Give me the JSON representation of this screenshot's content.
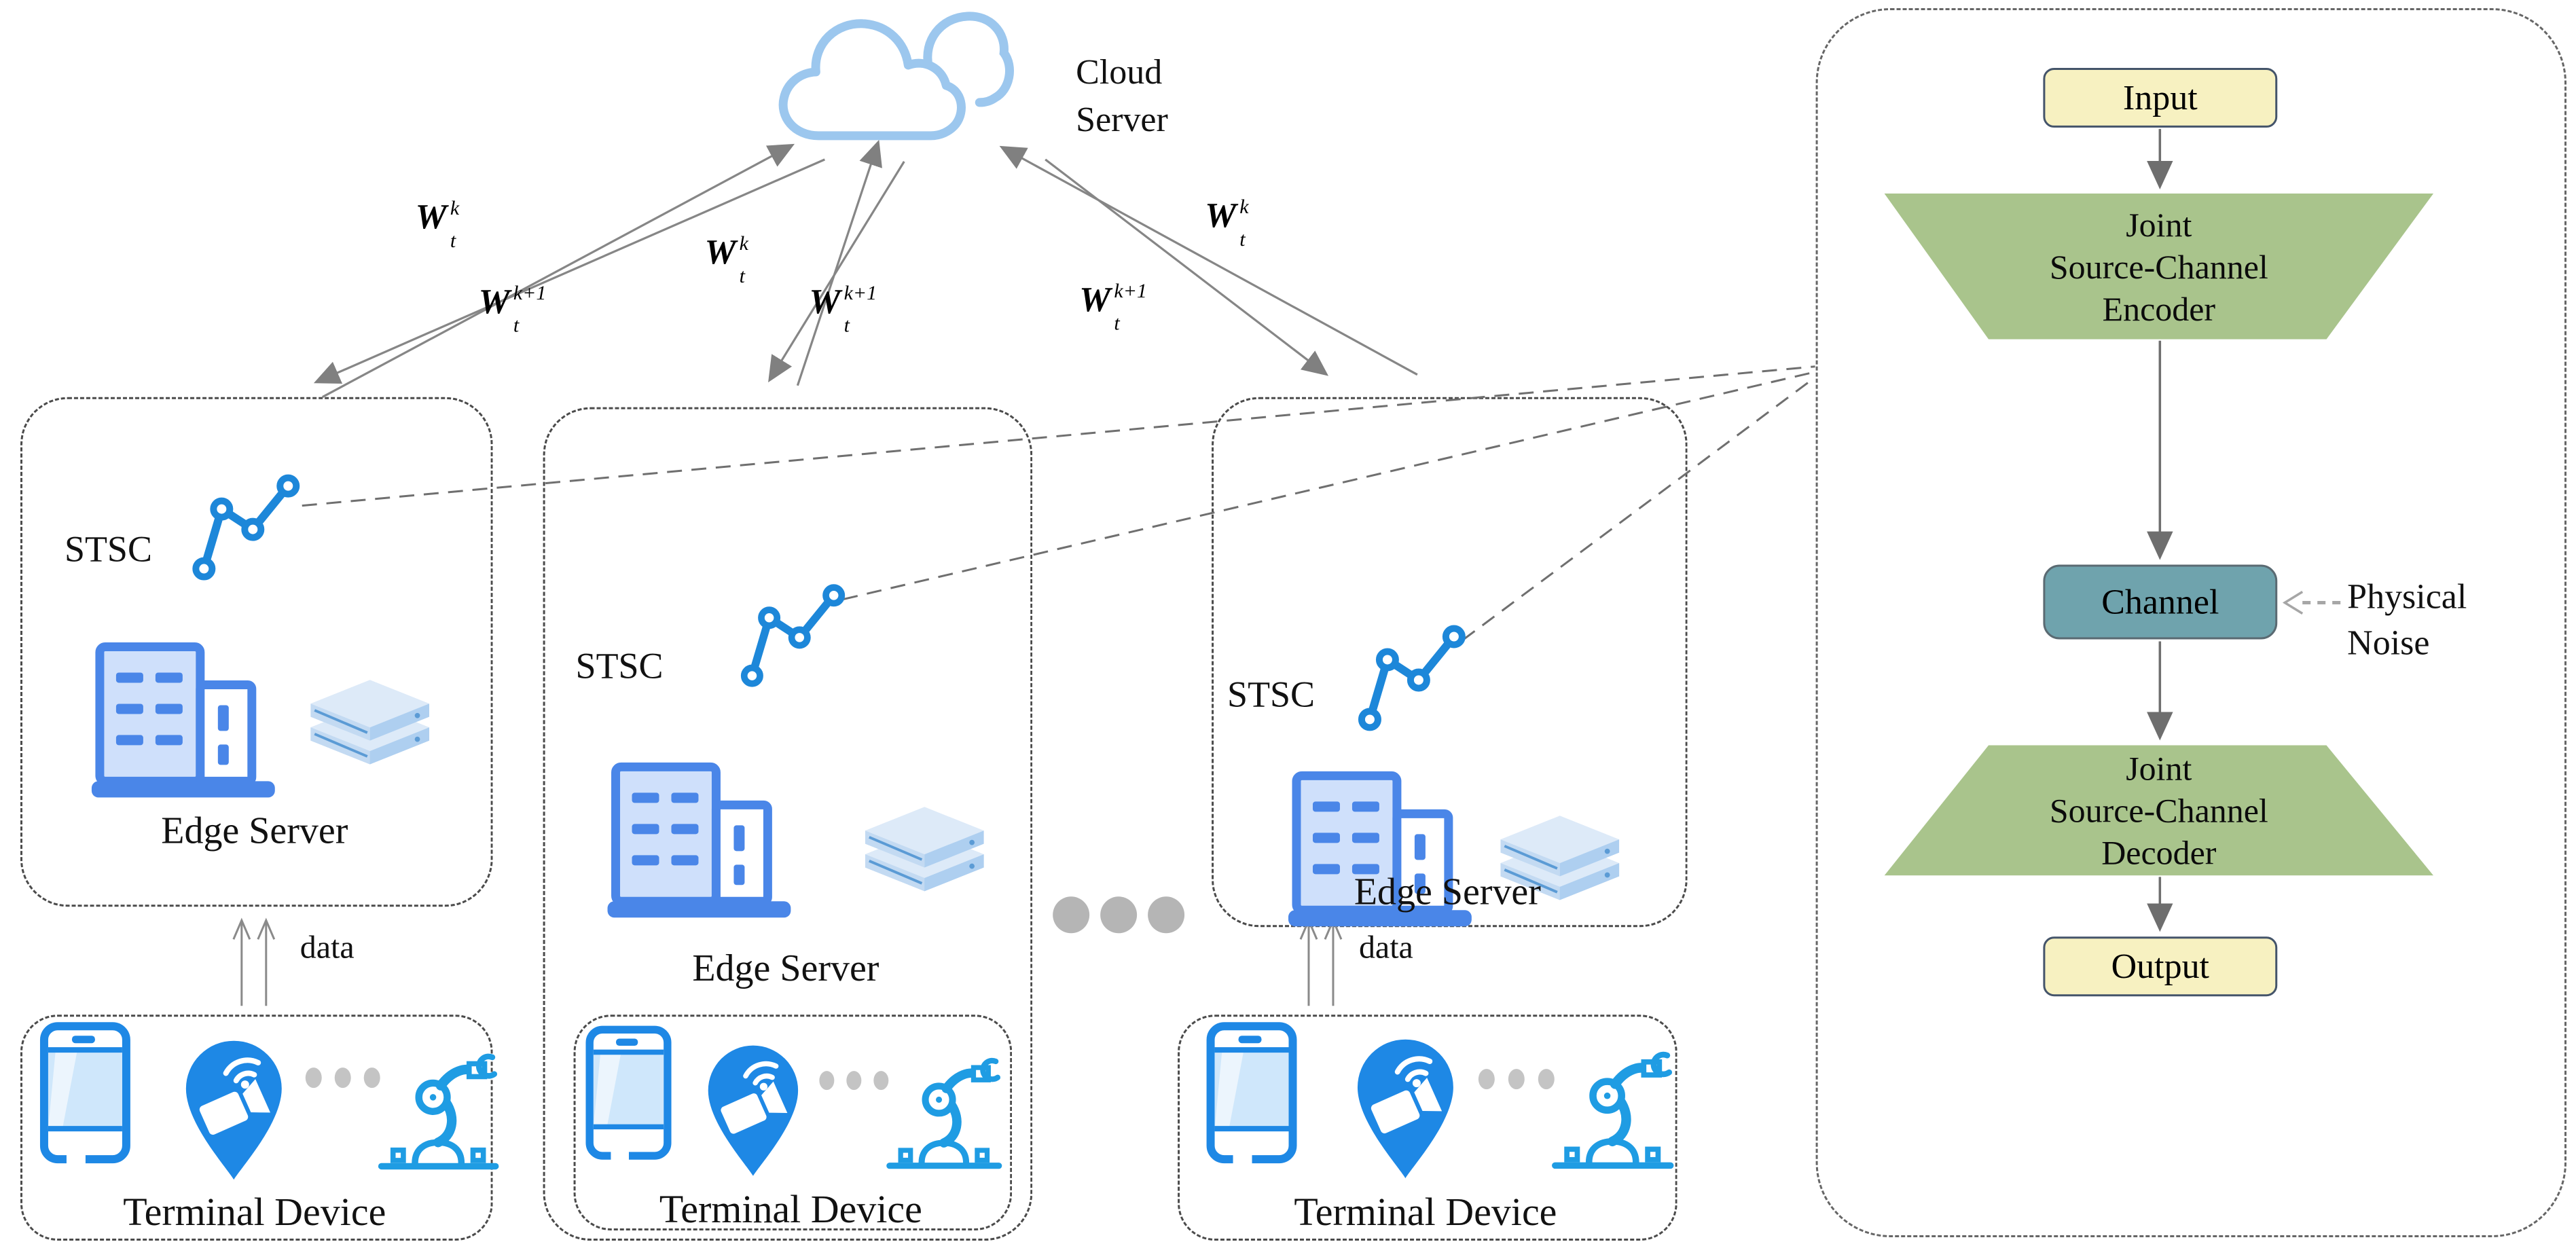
{
  "cloud": {
    "label_lines": [
      "Cloud",
      "Server"
    ]
  },
  "weights": {
    "up": {
      "base": "W",
      "sup": "k",
      "sub": "t"
    },
    "down": {
      "base": "W",
      "sup": "k+1",
      "sub": "t"
    }
  },
  "edge_groups": [
    {
      "stsc_label": "STSC",
      "server_label": "Edge Server",
      "terminal_label": "Terminal Device",
      "data_label": "data"
    },
    {
      "stsc_label": "STSC",
      "server_label": "Edge Server",
      "terminal_label": "Terminal Device"
    },
    {
      "stsc_label": "STSC",
      "server_label": "Edge Server",
      "terminal_label": "Terminal Device",
      "data_label": "data"
    }
  ],
  "panel": {
    "input_label": "Input",
    "encoder_lines": [
      "Joint",
      "Source-Channel",
      "Encoder"
    ],
    "channel_label": "Channel",
    "noise_lines": [
      "Physical",
      "Noise"
    ],
    "decoder_lines": [
      "Joint",
      "Source-Channel",
      "Decoder"
    ],
    "output_label": "Output"
  },
  "icons": {
    "cloud": "cloud-icon",
    "stsc_chart": "line-chart-icon",
    "edge_building": "building-icon",
    "edge_storage": "server-stack-icon",
    "terminal_phone": "smartphone-icon",
    "terminal_camera": "camera-pin-icon",
    "terminal_robot": "robot-arm-icon"
  },
  "colors": {
    "icon_blue": "#1e88e5",
    "chart_blue": "#1d87d9",
    "building_blue": "#4a86e8",
    "building_fill": "#cfe0fb",
    "cloud_stroke": "#9cc7ee",
    "arrow_grey": "#808080",
    "dots_grey": "#b5b5b5",
    "box_yellow": "#f7f1c1",
    "box_yellow_border": "#44546a",
    "trapezoid_green": "#a9c48c",
    "channel_teal": "#6fa3ad",
    "channel_border": "#5a6a72"
  }
}
